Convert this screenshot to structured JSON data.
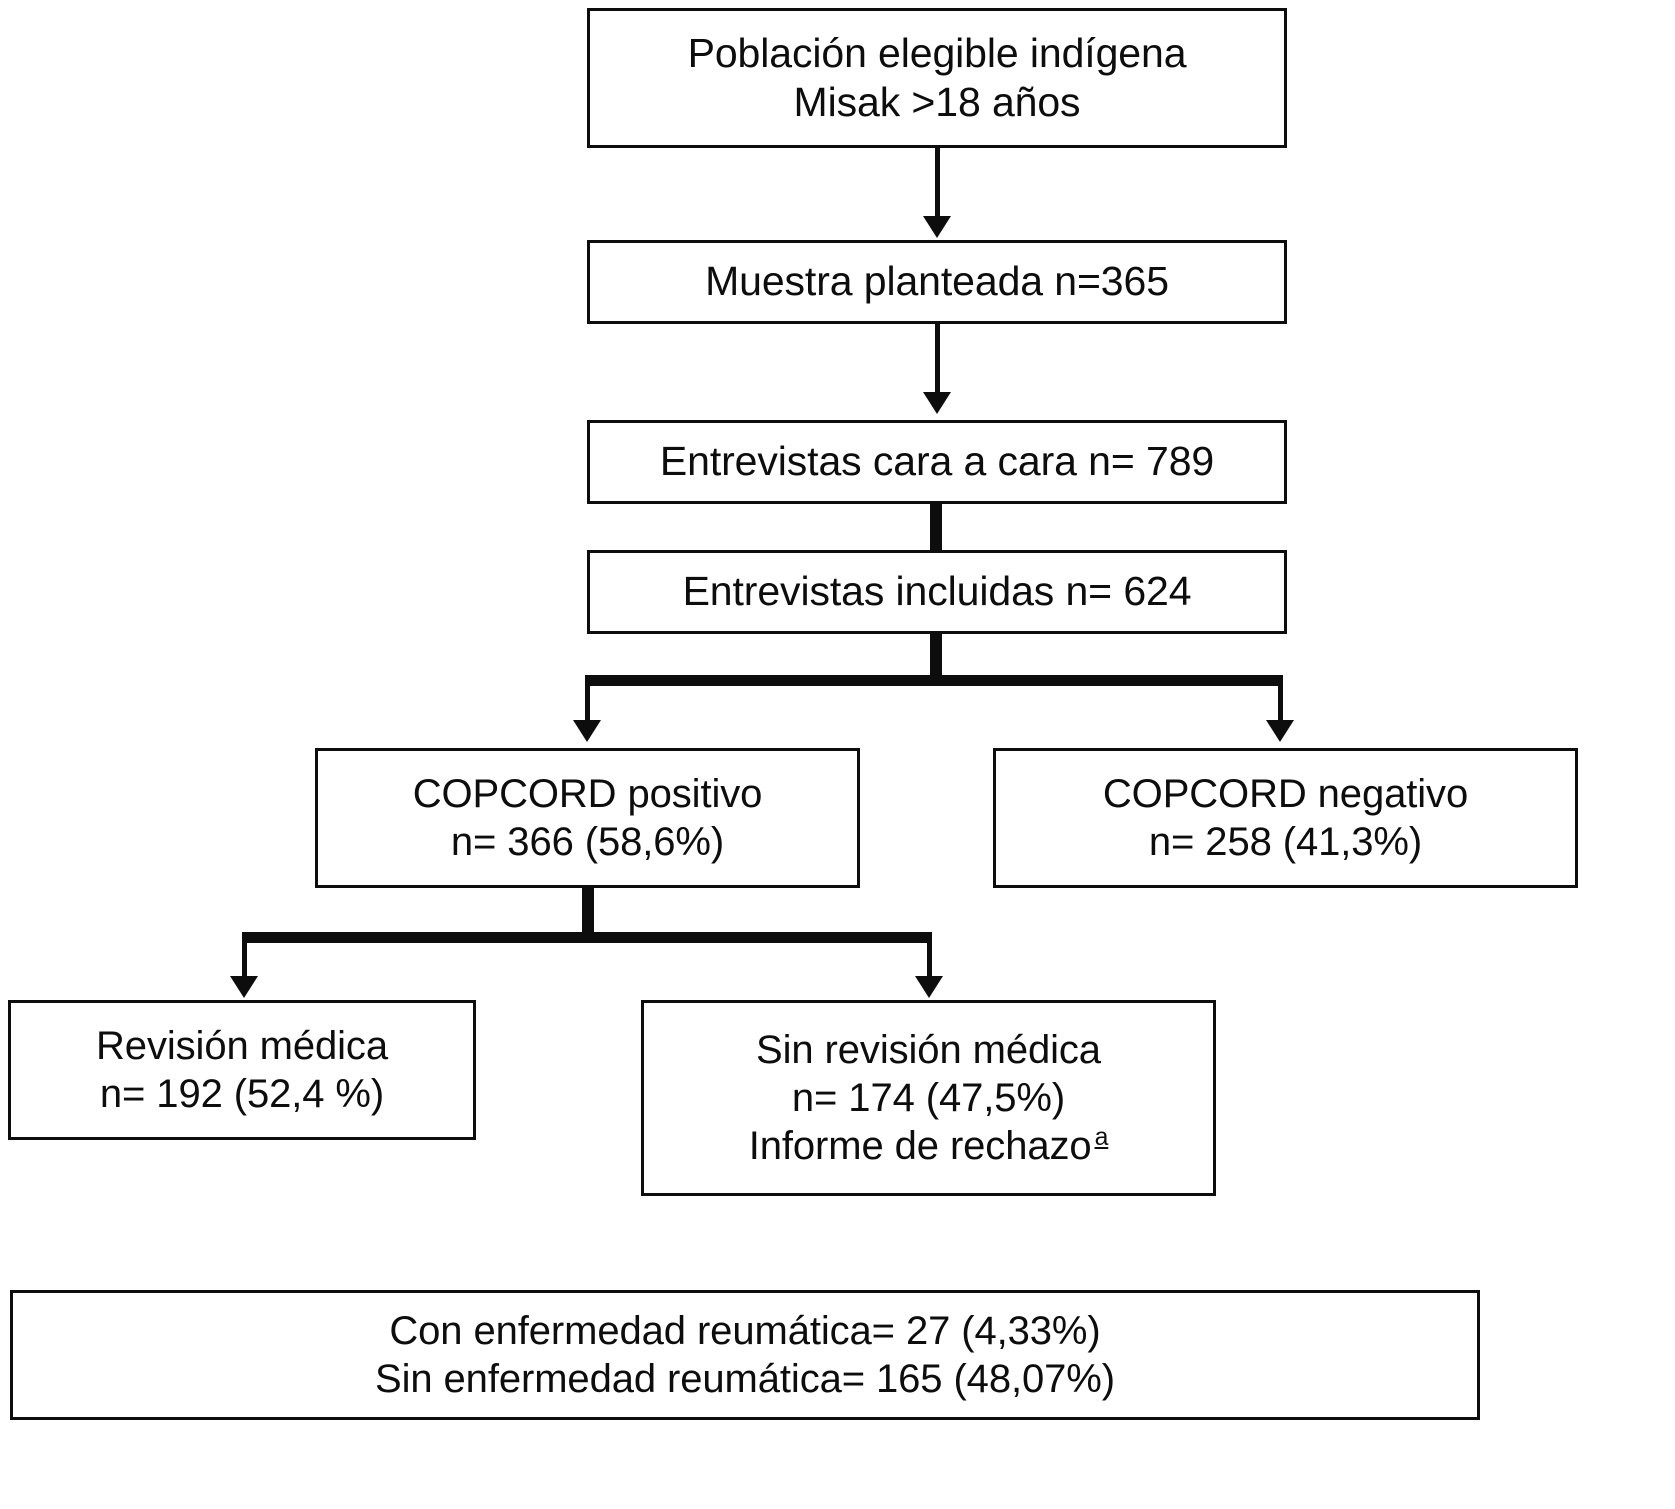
{
  "figure": {
    "type": "flowchart",
    "title": "Diagrama de flujo del estudio COPCORD en población indígena Misak",
    "language": "es",
    "colors": {
      "stroke": "#0d0d0d",
      "background": "#ffffff",
      "text": "#0d0d0d"
    }
  },
  "nodes": {
    "poblacion": {
      "line1": "Población elegible indígena",
      "line2": "Misak >18 años"
    },
    "muestra": {
      "line1": "Muestra planteada n=365"
    },
    "entrevistas": {
      "line1": "Entrevistas cara a cara n= 789"
    },
    "incluidas": {
      "line1": "Entrevistas incluidas n= 624"
    },
    "copcord_positivo": {
      "line1": "COPCORD positivo",
      "line2": "n= 366 (58,6%)"
    },
    "copcord_negativo": {
      "line1": "COPCORD negativo",
      "line2": "n= 258 (41,3%)"
    },
    "revision_medica": {
      "line1": "Revisión médica",
      "line2": "n= 192 (52,4 %)"
    },
    "sin_revision_medica": {
      "line1": "Sin revisión médica",
      "line2": "n= 174 (47,5%)",
      "line3": "Informe de rechazo",
      "line3_superscript": "a"
    },
    "resultado_final": {
      "line1": "Con enfermedad reumática= 27 (4,33%)",
      "line2": "Sin enfermedad reumática= 165 (48,07%)"
    }
  },
  "chart_data": {
    "type": "flowchart",
    "title": "Población elegible indígena Misak >18 años",
    "steps": [
      {
        "id": "poblacion",
        "label": "Población elegible indígena Misak >18 años",
        "n": null,
        "percent": null
      },
      {
        "id": "muestra",
        "label": "Muestra planteada",
        "n": 365,
        "percent": null
      },
      {
        "id": "entrevistas",
        "label": "Entrevistas cara a cara",
        "n": 789,
        "percent": null
      },
      {
        "id": "incluidas",
        "label": "Entrevistas incluidas",
        "n": 624,
        "percent": null
      },
      {
        "id": "copcord_positivo",
        "label": "COPCORD positivo",
        "n": 366,
        "percent": "58,6%"
      },
      {
        "id": "copcord_negativo",
        "label": "COPCORD negativo",
        "n": 258,
        "percent": "41,3%"
      },
      {
        "id": "revision_medica",
        "label": "Revisión médica",
        "n": 192,
        "percent": "52,4 %"
      },
      {
        "id": "sin_revision_medica",
        "label": "Sin revisión médica / Informe de rechazo a",
        "n": 174,
        "percent": "47,5%"
      },
      {
        "id": "con_enfermedad",
        "label": "Con enfermedad reumática",
        "n": 27,
        "percent": "4,33%"
      },
      {
        "id": "sin_enfermedad",
        "label": "Sin enfermedad reumática",
        "n": 165,
        "percent": "48,07%"
      }
    ],
    "edges": [
      {
        "from": "poblacion",
        "to": "muestra",
        "style": "arrow"
      },
      {
        "from": "muestra",
        "to": "entrevistas",
        "style": "arrow"
      },
      {
        "from": "entrevistas",
        "to": "incluidas",
        "style": "bar"
      },
      {
        "from": "incluidas",
        "to": "copcord_positivo",
        "style": "split-arrow"
      },
      {
        "from": "incluidas",
        "to": "copcord_negativo",
        "style": "split-arrow"
      },
      {
        "from": "copcord_positivo",
        "to": "revision_medica",
        "style": "split-arrow"
      },
      {
        "from": "copcord_positivo",
        "to": "sin_revision_medica",
        "style": "split-arrow"
      }
    ]
  }
}
